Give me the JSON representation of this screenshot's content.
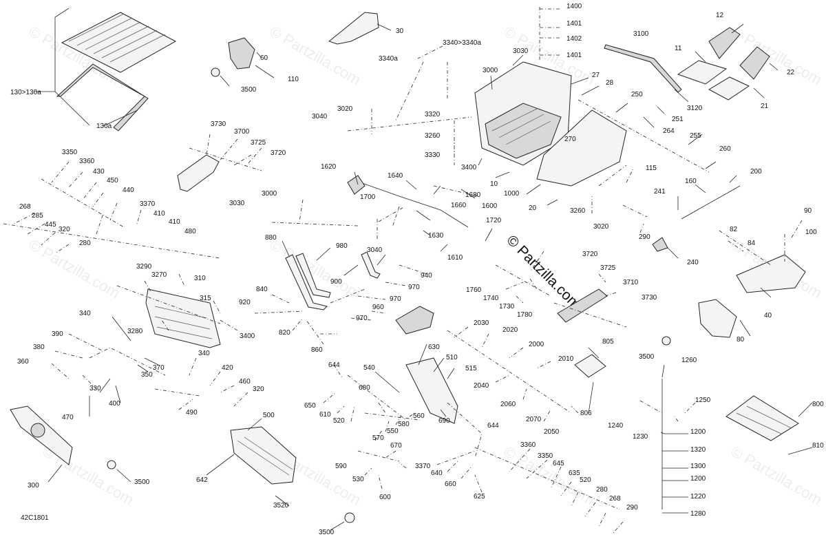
{
  "diagram_code": "42C1801",
  "brand_watermark": "© Partzilla.com",
  "background_watermark": "© Partzilla.com",
  "callouts": {
    "c130r": "130>130a",
    "c130a": "130a",
    "c60": "60",
    "c110": "110",
    "c3500a": "3500",
    "c30": "30",
    "c3340r": "3340>3340a",
    "c3340a": "3340a",
    "c3030a": "3030",
    "c3000a": "3000",
    "c1400": "1400",
    "c1401a": "1401",
    "c1402": "1402",
    "c1401b": "1401",
    "c27": "27",
    "c28": "28",
    "c3100": "3100",
    "c3120": "3120",
    "c12": "12",
    "c11": "11",
    "c22": "22",
    "c21": "21",
    "c250": "250",
    "c251": "251",
    "c264": "264",
    "c255": "255",
    "c260": "260",
    "c270": "270",
    "c3040a": "3040",
    "c3020a": "3020",
    "c3320": "3320",
    "c3260a": "3260",
    "c3330": "3330",
    "c3400a": "3400",
    "c10": "10",
    "c1000": "1000",
    "c115": "115",
    "c200": "200",
    "c20": "20",
    "c3260b": "3260",
    "c241": "241",
    "c160": "160",
    "c3020b": "3020",
    "c290a": "290",
    "c3730a": "3730",
    "c3700": "3700",
    "c3725a": "3725",
    "c3720a": "3720",
    "c3350a": "3350",
    "c3360a": "3360",
    "c430": "430",
    "c450": "450",
    "c440": "440",
    "c3370a": "3370",
    "c410a": "410",
    "c410b": "410",
    "c480": "480",
    "c268a": "268",
    "c285": "285",
    "c445": "445",
    "c320a": "320",
    "c280a": "280",
    "c1620": "1620",
    "c1640": "1640",
    "c1680": "1680",
    "c1700": "1700",
    "c1660": "1660",
    "c1600": "1600",
    "c1630": "1630",
    "c1610": "1610",
    "c3030b": "3030",
    "c3000b": "3000",
    "c880": "880",
    "c980": "980",
    "c900": "900",
    "c3040b": "3040",
    "c940": "940",
    "c970a": "970",
    "c970b": "970",
    "c960": "960",
    "c970c": "970",
    "c840": "840",
    "c920": "920",
    "c820": "820",
    "c860": "860",
    "c1720": "1720",
    "c82": "82",
    "c84": "84",
    "c90": "90",
    "c100": "100",
    "c240": "240",
    "c3720b": "3720",
    "c3725b": "3725",
    "c3710": "3710",
    "c3730b": "3730",
    "c1760": "1760",
    "c1740": "1740",
    "c1730": "1730",
    "c1780": "1780",
    "c40": "40",
    "c80": "80",
    "c3500b": "3500",
    "c3290": "3290",
    "c3270": "3270",
    "c310": "310",
    "c315": "315",
    "c3280": "3280",
    "c3400b": "3400",
    "c340a": "340",
    "c390": "390",
    "c380": "380",
    "c370": "370",
    "c350": "350",
    "c360": "360",
    "c330": "330",
    "c400": "400",
    "c470": "470",
    "c340b": "340",
    "c420": "420",
    "c490": "490",
    "c460": "460",
    "c320b": "320",
    "c300": "300",
    "c3500c": "3500",
    "c500": "500",
    "c642": "642",
    "c3520": "3520",
    "c3500d": "3500",
    "c2030": "2030",
    "c2020": "2020",
    "c2000": "2000",
    "c2010": "2010",
    "c2040": "2040",
    "c2060": "2060",
    "c2070": "2070",
    "c2050": "2050",
    "c805": "805",
    "c806": "806",
    "c644a": "644",
    "c540": "540",
    "c630": "630",
    "c510": "510",
    "c515": "515",
    "c650": "650",
    "c610": "610",
    "c520a": "520",
    "c680": "680",
    "c580": "580",
    "c560": "560",
    "c550": "550",
    "c570": "570",
    "c690": "690",
    "c644b": "644",
    "c670": "670",
    "c590": "590",
    "c530": "530",
    "c600": "600",
    "c3370b": "3370",
    "c640": "640",
    "c660": "660",
    "c625": "625",
    "c3360b": "3360",
    "c3350b": "3350",
    "c645": "645",
    "c635": "635",
    "c520b": "520",
    "c280b": "280",
    "c268b": "268",
    "c290b": "290",
    "c1260": "1260",
    "c1250": "1250",
    "c1240": "1240",
    "c1230": "1230",
    "c1200a": "1200",
    "c1320": "1320",
    "c1300": "1300",
    "c1200b": "1200",
    "c1220": "1220",
    "c1280": "1280",
    "c800": "800",
    "c810": "810"
  }
}
